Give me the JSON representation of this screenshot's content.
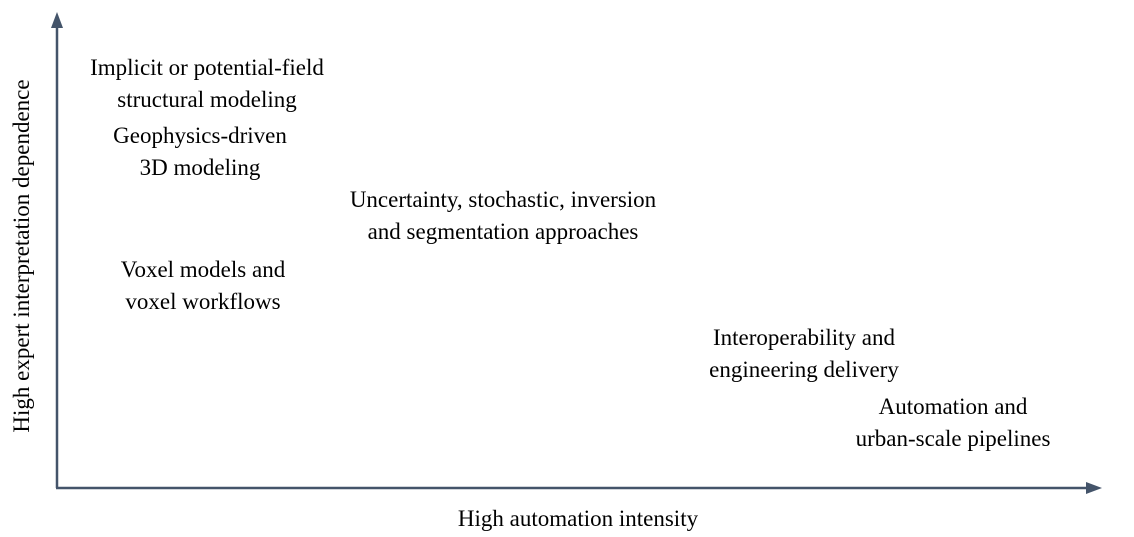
{
  "diagram": {
    "x_axis_label": "High automation intensity",
    "y_axis_label": "High expert interpretation dependence",
    "items": [
      {
        "id": "implicit",
        "lines": [
          "Implicit  or potential-field",
          "structural modeling"
        ]
      },
      {
        "id": "geophysics",
        "lines": [
          "Geophysics-driven",
          "3D modeling"
        ]
      },
      {
        "id": "uncertainty",
        "lines": [
          "Uncertainty, stochastic, inversion",
          "and segmentation approaches"
        ]
      },
      {
        "id": "voxel",
        "lines": [
          "Voxel  models and",
          "voxel workflows"
        ]
      },
      {
        "id": "interoperability",
        "lines": [
          "Interoperability and",
          "engineering delivery"
        ]
      },
      {
        "id": "automation",
        "lines": [
          "Automation and",
          "urban-scale pipelines"
        ]
      }
    ]
  },
  "colors": {
    "axis": "#44546a",
    "text": "#000000"
  }
}
